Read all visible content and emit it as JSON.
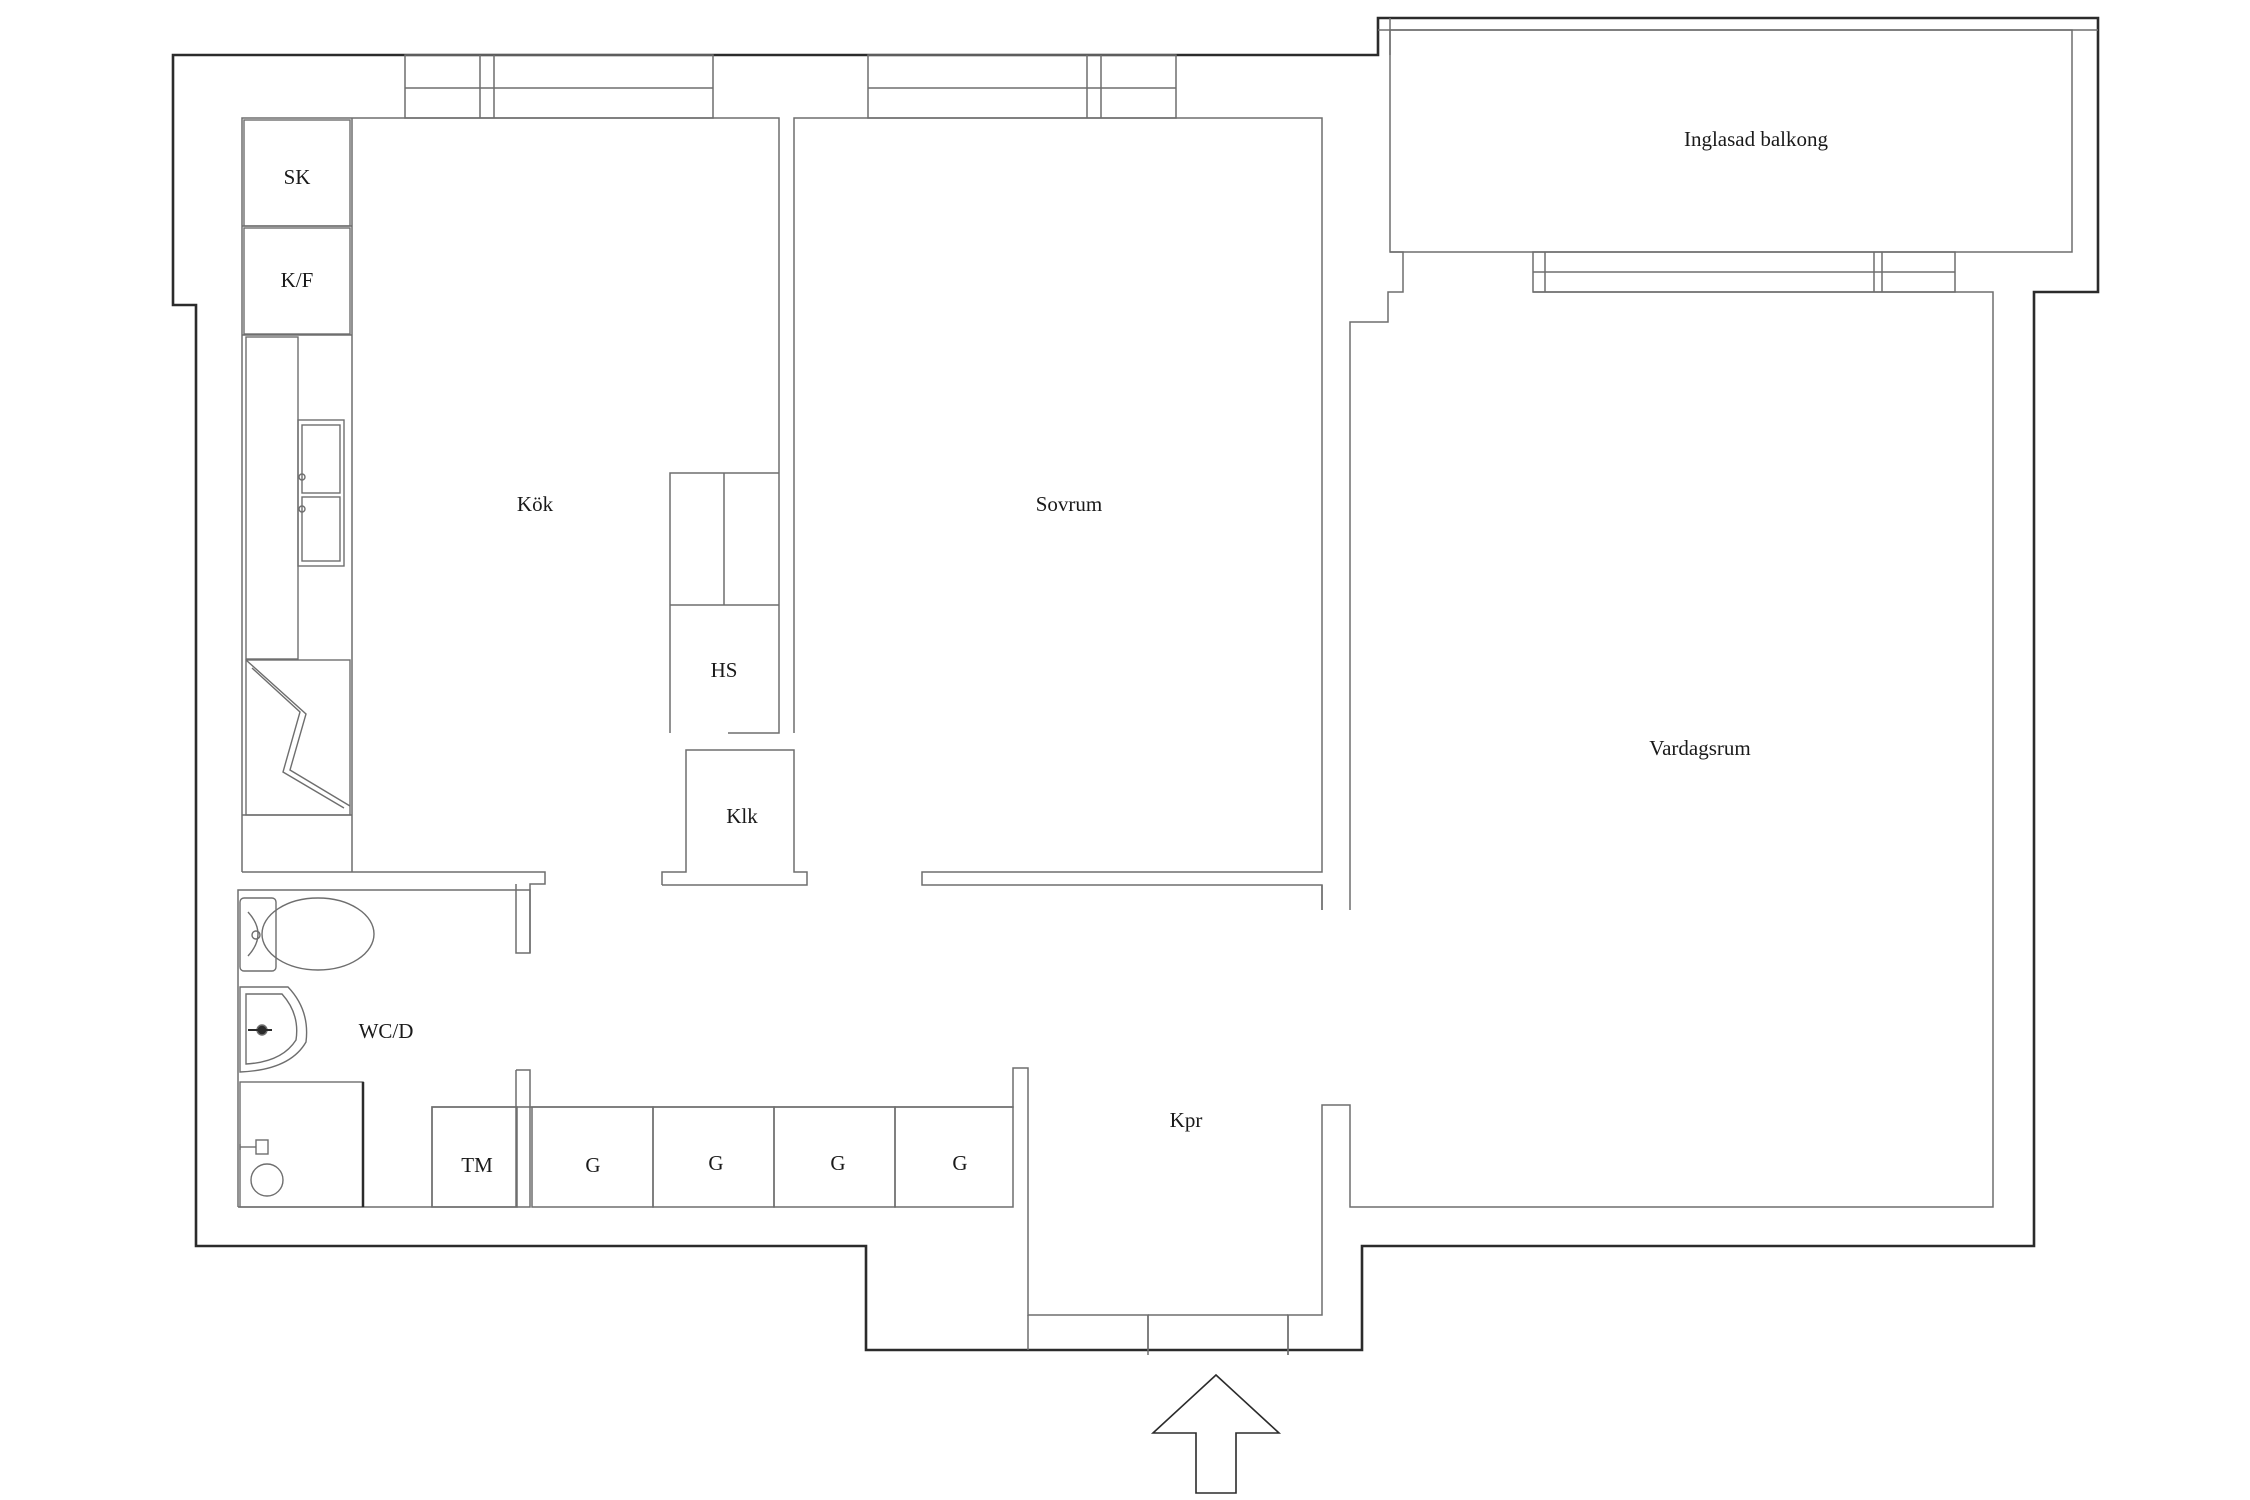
{
  "plan": {
    "rooms": {
      "balcony": "Inglasad balkong",
      "kitchen": "Kök",
      "bedroom": "Sovrum",
      "living": "Vardagsrum",
      "hallway": "Kpr",
      "bathroom": "WC/D"
    },
    "fixtures": {
      "cabinet_sk": "SK",
      "fridge_freezer": "K/F",
      "wardrobe_hs": "HS",
      "closet_klk": "Klk",
      "washer_tm": "TM",
      "wardrobe_g1": "G",
      "wardrobe_g2": "G",
      "wardrobe_g3": "G",
      "wardrobe_g4": "G"
    },
    "icons": {
      "entrance": "entrance-arrow-icon",
      "sink": "double-sink-icon",
      "stove": "stove-icon",
      "toilet": "toilet-icon",
      "washbasin": "washbasin-icon",
      "shower": "shower-icon"
    },
    "colors": {
      "wall": "#2b2b2b",
      "line": "#6e6e6e",
      "background": "#ffffff"
    }
  }
}
